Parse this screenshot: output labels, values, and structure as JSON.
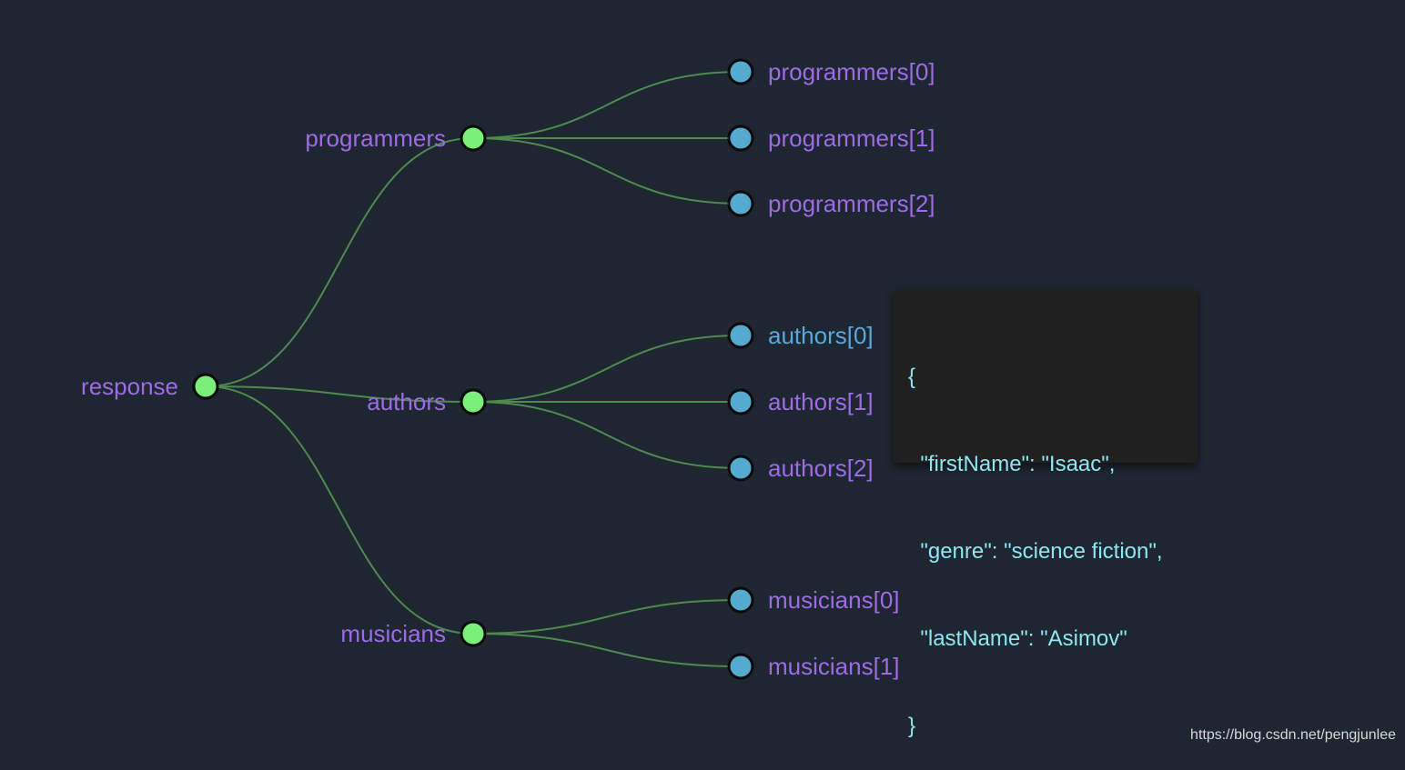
{
  "colors": {
    "background": "#1e2631",
    "link": "#4e8a4e",
    "branch_node_fill": "#7af07a",
    "leaf_node_fill": "#55aad0",
    "node_stroke": "#0a0a0a",
    "label_default": "#9f6ae6",
    "label_highlight": "#5aa8dc",
    "tooltip_background": "#202020",
    "tooltip_text": "#8ee6f2"
  },
  "tree": {
    "root": {
      "id": "response",
      "label": "response",
      "type": "branch"
    },
    "branches": [
      {
        "id": "programmers",
        "label": "programmers",
        "type": "branch",
        "children": [
          {
            "id": "programmers-0",
            "label": "programmers[0]",
            "type": "leaf"
          },
          {
            "id": "programmers-1",
            "label": "programmers[1]",
            "type": "leaf"
          },
          {
            "id": "programmers-2",
            "label": "programmers[2]",
            "type": "leaf"
          }
        ]
      },
      {
        "id": "authors",
        "label": "authors",
        "type": "branch",
        "children": [
          {
            "id": "authors-0",
            "label": "authors[0]",
            "type": "leaf",
            "highlighted": true
          },
          {
            "id": "authors-1",
            "label": "authors[1]",
            "type": "leaf"
          },
          {
            "id": "authors-2",
            "label": "authors[2]",
            "type": "leaf"
          }
        ]
      },
      {
        "id": "musicians",
        "label": "musicians",
        "type": "branch",
        "children": [
          {
            "id": "musicians-0",
            "label": "musicians[0]",
            "type": "leaf"
          },
          {
            "id": "musicians-1",
            "label": "musicians[1]",
            "type": "leaf"
          }
        ]
      }
    ]
  },
  "tooltip": {
    "lines": [
      "{",
      "  \"firstName\": \"Isaac\",",
      "  \"genre\": \"science fiction\",",
      "  \"lastName\": \"Asimov\"",
      "}"
    ]
  },
  "watermark": "https://blog.csdn.net/pengjunlee"
}
